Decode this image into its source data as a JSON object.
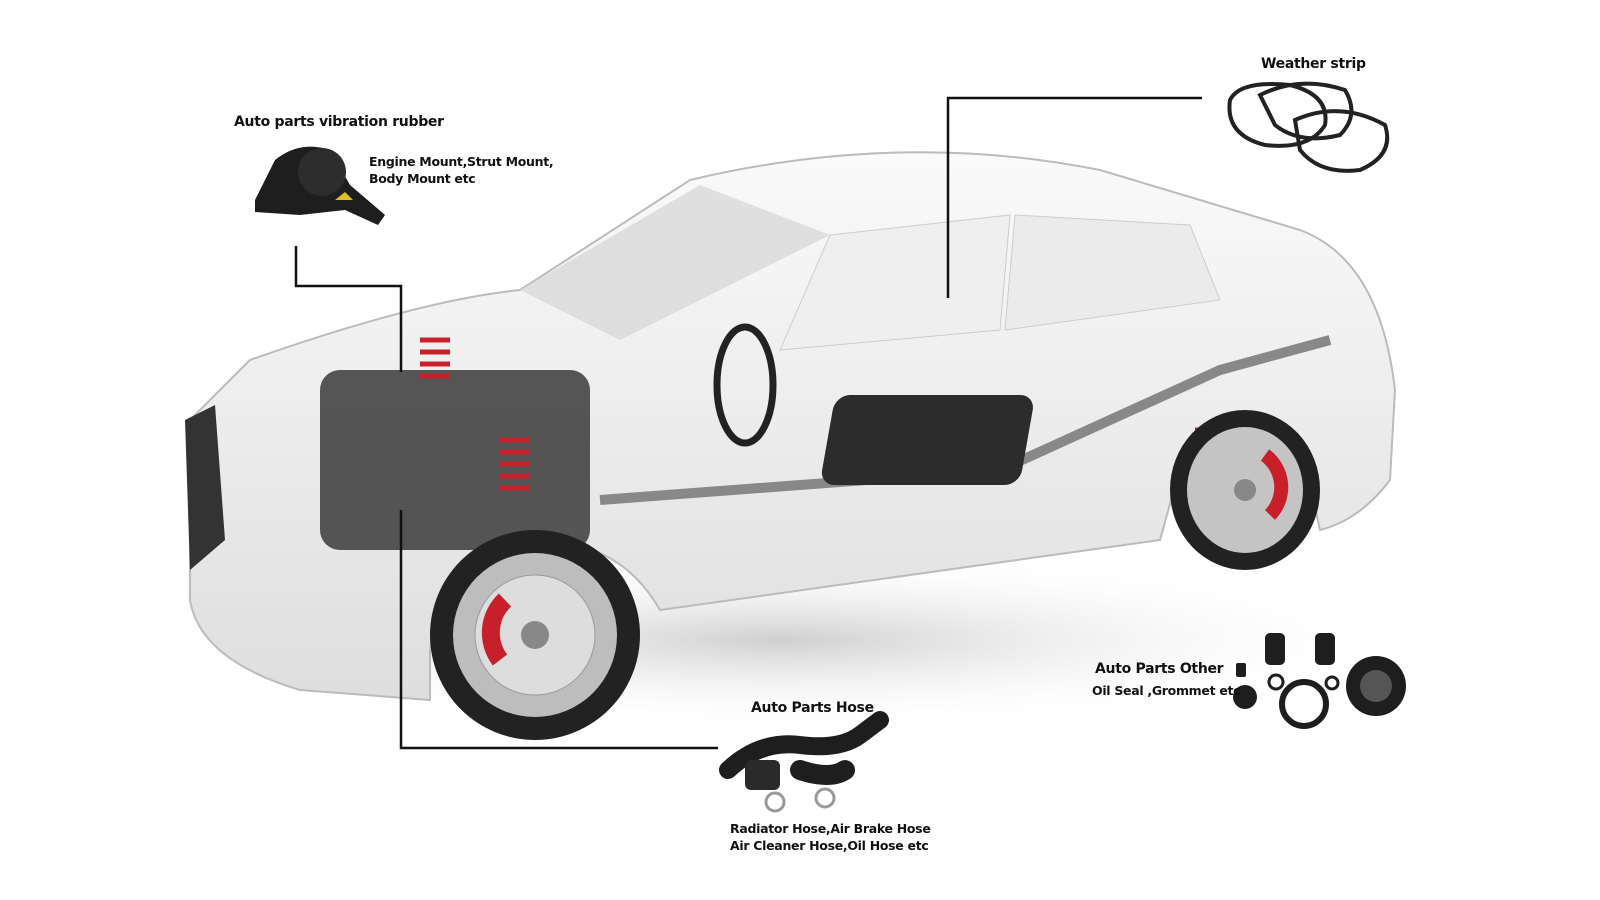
{
  "callouts": {
    "vibration": {
      "title": "Auto parts vibration rubber",
      "desc": [
        "Engine Mount,Strut Mount,",
        "Body Mount etc"
      ]
    },
    "weather": {
      "title": "Weather strip"
    },
    "other": {
      "title": "Auto Parts Other",
      "desc": [
        "Oil Seal ,Grommet etc"
      ]
    },
    "hose": {
      "title": "Auto Parts Hose",
      "desc": [
        "Radiator Hose,Air Brake Hose",
        "Air Cleaner Hose,Oil Hose etc"
      ]
    }
  },
  "colors": {
    "line": "#111111",
    "brake": "#c8202a",
    "body": "#f2f2f2",
    "rubber": "#222222"
  }
}
